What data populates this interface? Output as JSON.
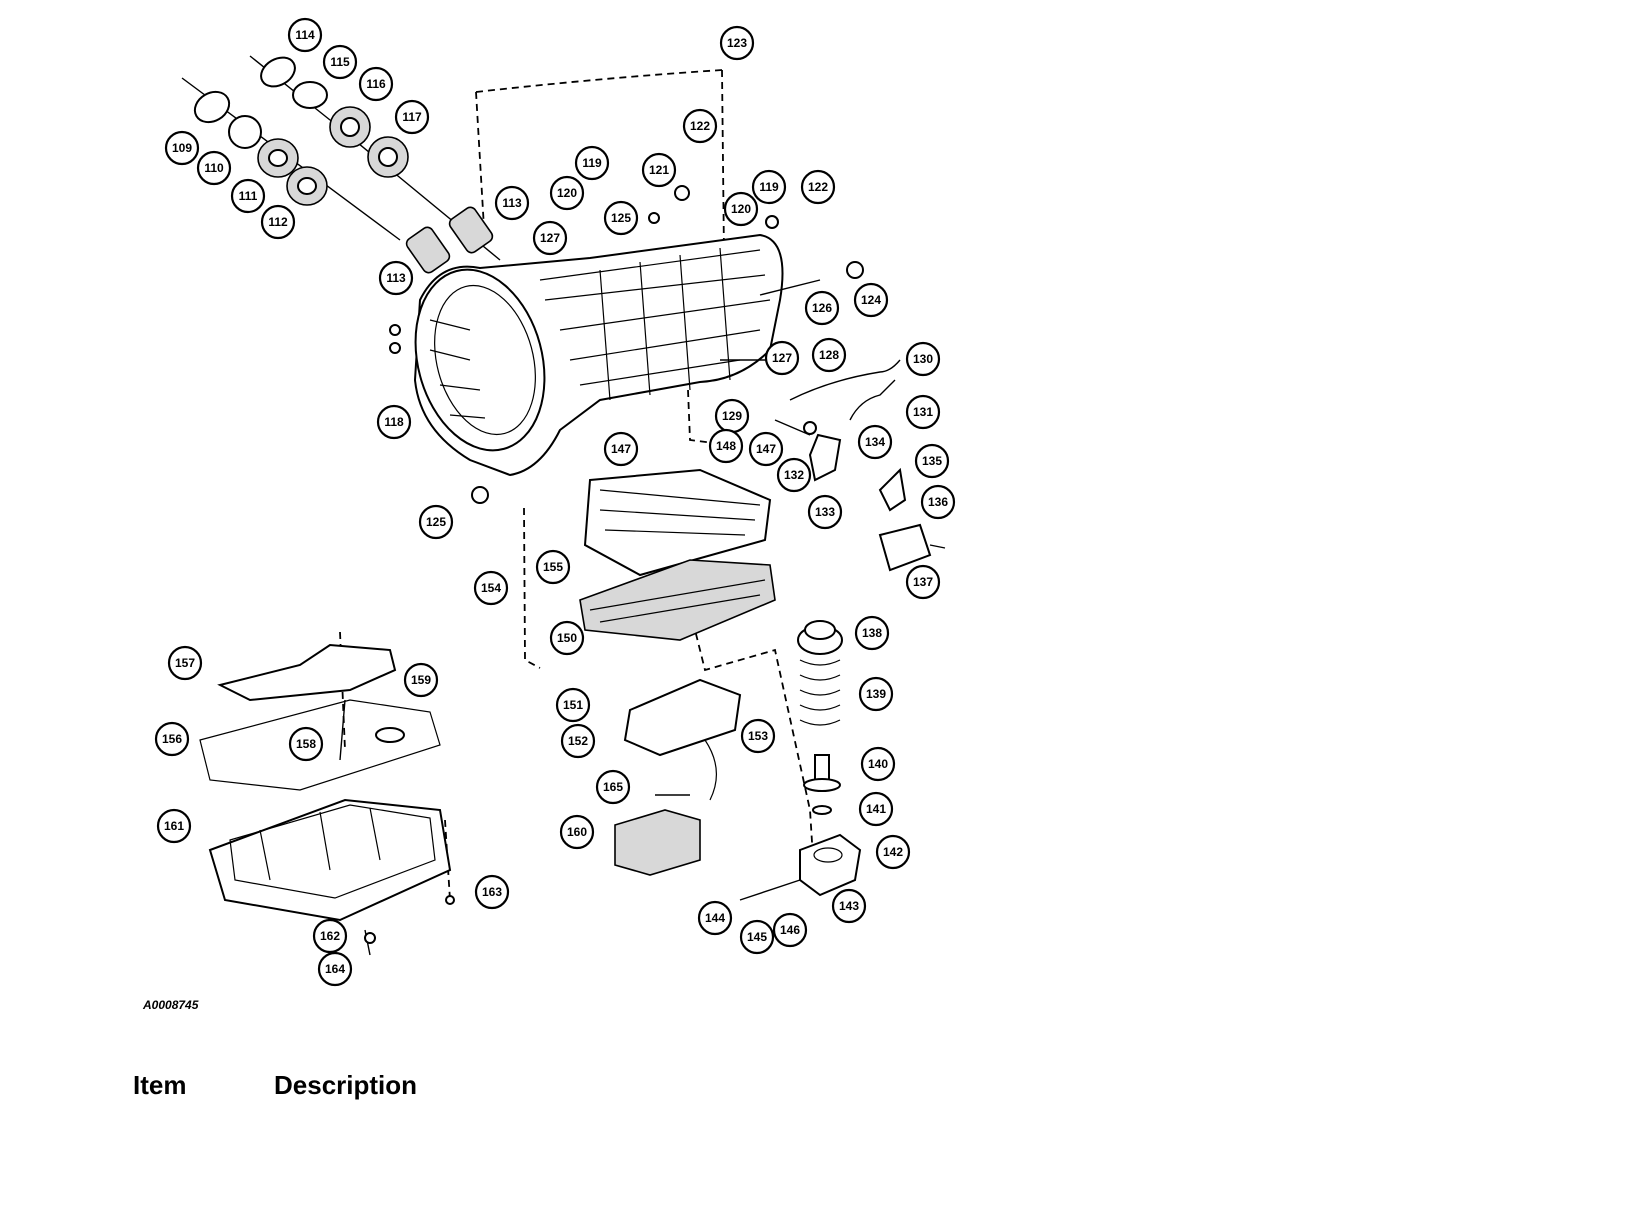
{
  "figure_id": "A0008745",
  "table": {
    "item_header": "Item",
    "description_header": "Description"
  },
  "callouts": [
    "109",
    "110",
    "111",
    "112",
    "113",
    "113",
    "114",
    "115",
    "116",
    "117",
    "118",
    "119",
    "119",
    "120",
    "120",
    "121",
    "122",
    "122",
    "123",
    "124",
    "125",
    "125",
    "126",
    "127",
    "127",
    "128",
    "129",
    "130",
    "131",
    "132",
    "133",
    "134",
    "135",
    "136",
    "137",
    "138",
    "139",
    "140",
    "141",
    "142",
    "143",
    "144",
    "145",
    "146",
    "147",
    "147",
    "148",
    "150",
    "151",
    "152",
    "153",
    "154",
    "155",
    "156",
    "157",
    "158",
    "159",
    "160",
    "161",
    "162",
    "163",
    "164",
    "165"
  ]
}
